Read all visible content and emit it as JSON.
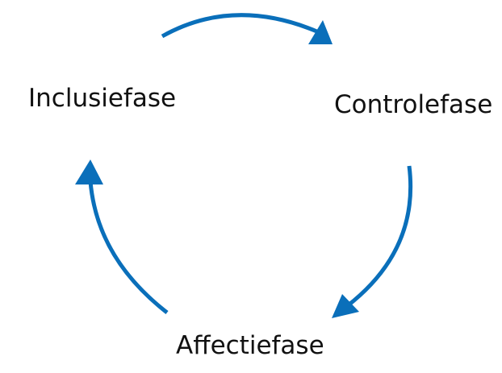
{
  "diagram": {
    "phases": {
      "inclusie": "Inclusiefase",
      "controle": "Controlefase",
      "affectie": "Affectiefase"
    },
    "arrow_color": "#0a6fba",
    "arrow_count": 3,
    "direction": "clockwise"
  }
}
